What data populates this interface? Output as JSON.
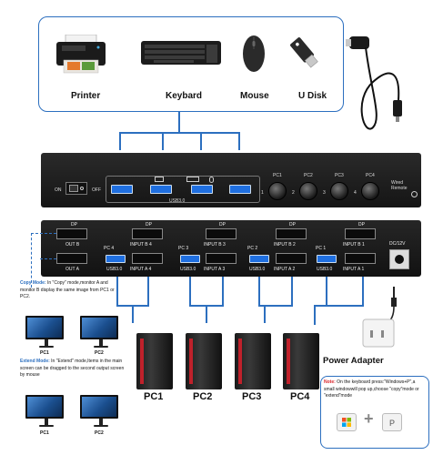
{
  "peripherals": {
    "printer_label": "Printer",
    "keyboard_label": "Keybard",
    "mouse_label": "Mouse",
    "udisk_label": "U Disk"
  },
  "front_panel": {
    "on_label": "ON",
    "off_label": "OFF",
    "usb_label": "USB3.0",
    "pc_labels": [
      "PC1",
      "PC2",
      "PC3",
      "PC4"
    ],
    "pc_numbers": [
      "1",
      "2",
      "3",
      "4"
    ],
    "wired_remote_label": "Wired\nRemote"
  },
  "back_panel": {
    "dp_label": "DP",
    "pc_labels": [
      "PC 4",
      "PC 3",
      "PC 2",
      "PC 1"
    ],
    "usb_label": "USB3.0",
    "out_b": "OUT B",
    "out_a": "OUT A",
    "inputs_b": [
      "INPUT B 4",
      "INPUT B 3",
      "INPUT B 2",
      "INPUT B 1"
    ],
    "inputs_a": [
      "INPUT A 4",
      "INPUT A 3",
      "INPUT A 2",
      "INPUT A 1"
    ],
    "dc_label": "DC/12V"
  },
  "copy_mode": {
    "title": "Copy Mode:",
    "text": "In \"Copy\" mode,monitor A and monitor B display the same image from PC1 or PC2.",
    "monitor_left": "PC1",
    "monitor_right": "PC2"
  },
  "extend_mode": {
    "title": "Extend Mode:",
    "text": "In \"Extend\" mode,Items in the main screen can be dragged to the second output screen by mouse",
    "monitor_left": "PC1",
    "monitor_right": "PC2"
  },
  "pcs": [
    "PC1",
    "PC2",
    "PC3",
    "PC4"
  ],
  "power_adapter_label": "Power Adapter",
  "note": {
    "title": "Note:",
    "text": "On the keyboard press:\"Windows+P\",a small windowwill pop up,choose \"copy\"mode or \"extend\"mode",
    "plus": "+",
    "p_key": "P"
  },
  "colors": {
    "accent": "#2c6fbf",
    "note_red": "#d9262c",
    "usb_blue": "#1f6fe0"
  }
}
